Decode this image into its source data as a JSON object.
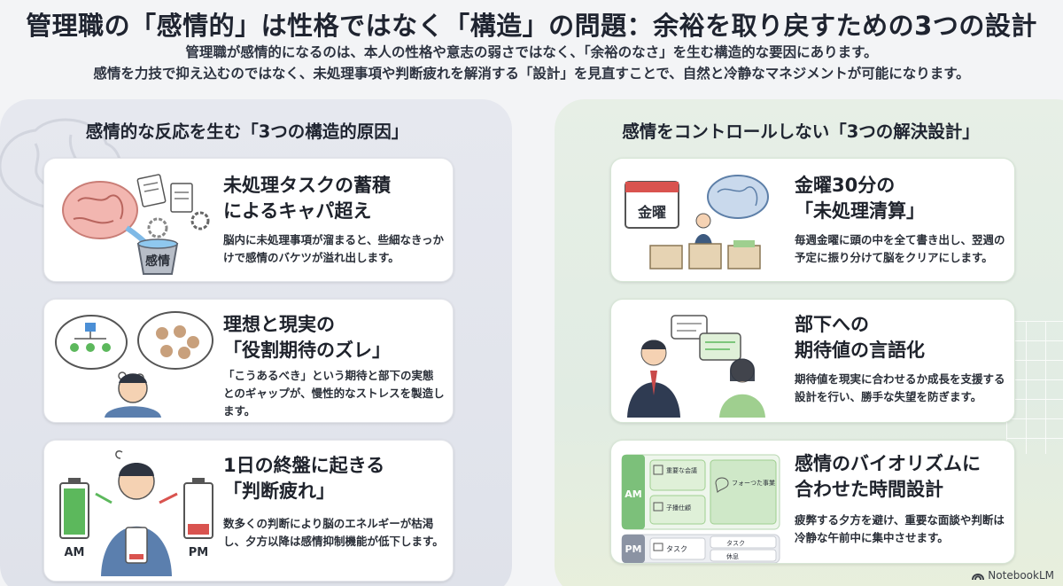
{
  "header": {
    "title": "管理職の「感情的」は性格ではなく「構造」の問題：余裕を取り戻すための3つの設計",
    "subtitle_line1": "管理職が感情的になるのは、本人の性格や意志の弱さではなく、「余裕のなさ」を生む構造的な要因にあります。",
    "subtitle_line2": "感情を力技で抑え込むのではなく、未処理事項や判断疲れを解消する「設計」を見直すことで、自然と冷静なマネジメントが可能になります。"
  },
  "causes": {
    "heading": "感情的な反応を生む「3つの構造的原因」",
    "cards": [
      {
        "title": "未処理タスクの蓄積\nによるキャパ超え",
        "desc": "脳内に未処理事項が溜まると、些細なきっかけで感情のバケツが溢れ出します。",
        "illus_label": "感情",
        "icon": "brain-bucket-icon"
      },
      {
        "title": "理想と現実の\n「役割期待のズレ」",
        "desc": "「こうあるべき」という期待と部下の実態とのギャップが、慢性的なストレスを製造します。",
        "icon": "thought-bubbles-icon"
      },
      {
        "title": "1日の終盤に起きる\n「判断疲れ」",
        "desc": "数多くの判断により脳のエネルギーが枯渇し、夕方以降は感情抑制機能が低下します。",
        "am_label": "AM",
        "pm_label": "PM",
        "icon": "battery-drain-icon"
      }
    ]
  },
  "solutions": {
    "heading": "感情をコントロールしない「3つの解決設計」",
    "cards": [
      {
        "title": "金曜30分の\n「未処理清算」",
        "desc": "毎週金曜に頭の中を全て書き出し、翌週の予定に振り分けて脳をクリアにします。",
        "calendar_label": "金曜",
        "icon": "calendar-brain-icon"
      },
      {
        "title": "部下への\n期待値の言語化",
        "desc": "期待値を現実に合わせるか成長を支援する設計を行い、勝手な失望を防ぎます。",
        "icon": "conversation-icon"
      },
      {
        "title": "感情のバイオリズムに\n合わせた時間設計",
        "desc": "疲弊する夕方を避け、重要な面談や判断は冷静な午前中に集中させます。",
        "am_label": "AM",
        "pm_label": "PM",
        "am_item1": "重要な会議",
        "am_item2": "子播仕顧",
        "am_item3": "フォーつた事業",
        "pm_item1": "タスク",
        "pm_item2": "タスク",
        "pm_item3": "休息",
        "icon": "schedule-icon"
      }
    ]
  },
  "brand": {
    "label": "NotebookLM"
  },
  "colors": {
    "accent_red": "#d9534f",
    "accent_green": "#5cb85c",
    "left_panel": "#e3e6ed",
    "right_panel": "#e4eee4"
  }
}
